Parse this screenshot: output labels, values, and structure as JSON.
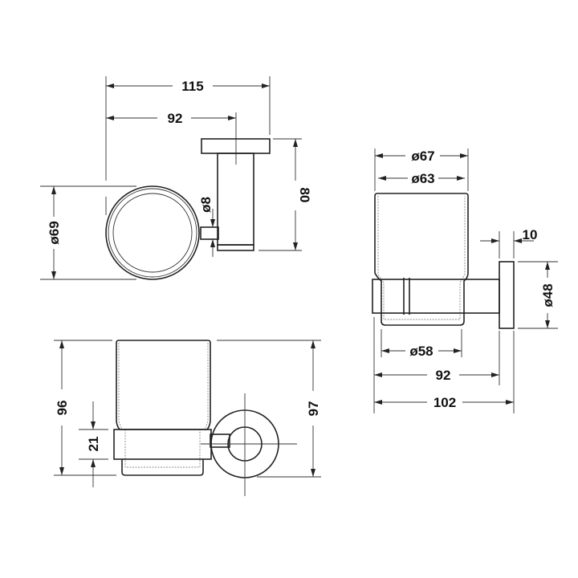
{
  "drawing": {
    "top_view": {
      "width_overall": "115",
      "width_to_center": "92",
      "cup_diameter": "ø69",
      "arm_diameter": "ø8",
      "height": "80"
    },
    "side_view": {
      "cup_outer_diameter": "ø67",
      "cup_inner_diameter": "ø63",
      "plate_thickness": "10",
      "plate_diameter": "ø48",
      "base_diameter": "ø58",
      "depth_to_wall": "92",
      "depth_overall": "102"
    },
    "front_view": {
      "cup_height": "96",
      "holder_height": "21",
      "overall_height": "97"
    },
    "line_color": "#222222"
  }
}
